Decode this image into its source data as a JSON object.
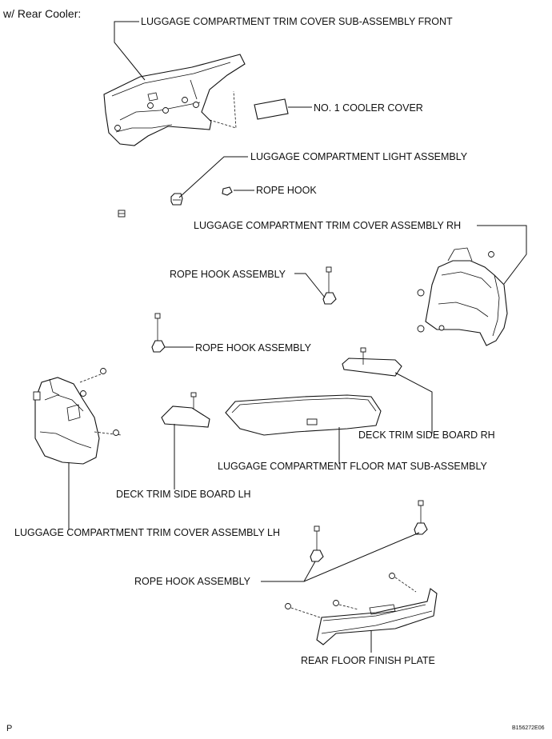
{
  "header": "w/ Rear Cooler:",
  "labels": {
    "trim_front": "LUGGAGE COMPARTMENT TRIM COVER SUB-ASSEMBLY FRONT",
    "cooler_cover": "NO. 1 COOLER COVER",
    "light_assembly": "LUGGAGE COMPARTMENT LIGHT ASSEMBLY",
    "rope_hook": "ROPE HOOK",
    "trim_rh": "LUGGAGE COMPARTMENT TRIM COVER ASSEMBLY RH",
    "rope_hook_assy_1": "ROPE HOOK ASSEMBLY",
    "rope_hook_assy_2": "ROPE HOOK ASSEMBLY",
    "deck_board_rh": "DECK TRIM SIDE BOARD RH",
    "floor_mat": "LUGGAGE COMPARTMENT FLOOR MAT SUB-ASSEMBLY",
    "deck_board_lh": "DECK TRIM SIDE BOARD LH",
    "trim_lh": "LUGGAGE COMPARTMENT TRIM COVER ASSEMBLY LH",
    "rope_hook_assy_3": "ROPE HOOK ASSEMBLY",
    "finish_plate": "REAR FLOOR FINISH PLATE"
  },
  "footer": {
    "page_mark": "P",
    "figure_id": "B156272E06"
  }
}
